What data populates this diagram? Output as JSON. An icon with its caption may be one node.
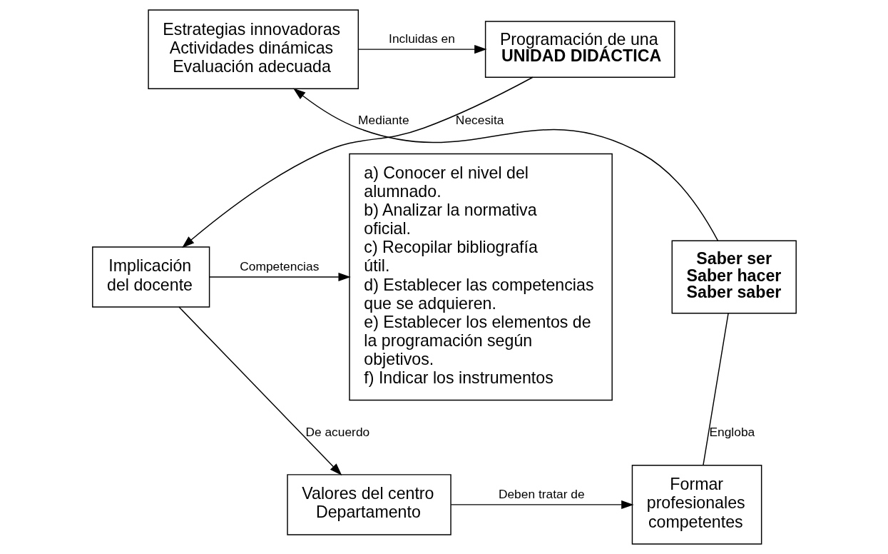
{
  "diagram": {
    "nodes": [
      {
        "text": [
          "Programación de una **UNIDAD DIDÁCTICA**"
        ]
      },
      {
        "text": [
          "Estrategias innovadoras",
          "Actividades dinámicas",
          "Evaluación adecuada"
        ]
      },
      {
        "text": [
          "Implicación del docente"
        ]
      },
      {
        "text": [
          "a) Conocer el nivel del alumnado.",
          "b) Analizar la normativa oficial.",
          "c) Recopilar bibliografía útil.",
          "d) Establecer las competencias que se adquieren.",
          "e) Establecer los elementos de la programación según objetivos.",
          "f) Indicar los instrumentos"
        ]
      },
      {
        "text": [
          "Saber ser",
          "Saber hacer",
          "Saber saber"
        ]
      },
      {
        "text": [
          "Valores del centro",
          "Departamento"
        ]
      },
      {
        "text": [
          "Formar profesionales competentes"
        ]
      }
    ],
    "edges": [
      {
        "from": 1,
        "to": 0,
        "arrow": "to",
        "label": "Incluidas en"
      },
      {
        "from": 0,
        "to": 2,
        "arrow": "to",
        "label": "Necesita"
      },
      {
        "from": 2,
        "to": 3,
        "arrow": "to",
        "label": "Competencias"
      },
      {
        "from": 2,
        "to": 5,
        "arrow": "to",
        "label": "De acuerdo"
      },
      {
        "from": 5,
        "to": 6,
        "arrow": "to",
        "label": "Deben tratar de"
      },
      {
        "from": 6,
        "to": 4,
        "arrow": "none",
        "label": "Engloba"
      },
      {
        "from": 4,
        "to": 1,
        "arrow": "to",
        "label": "Mediante"
      }
    ]
  }
}
